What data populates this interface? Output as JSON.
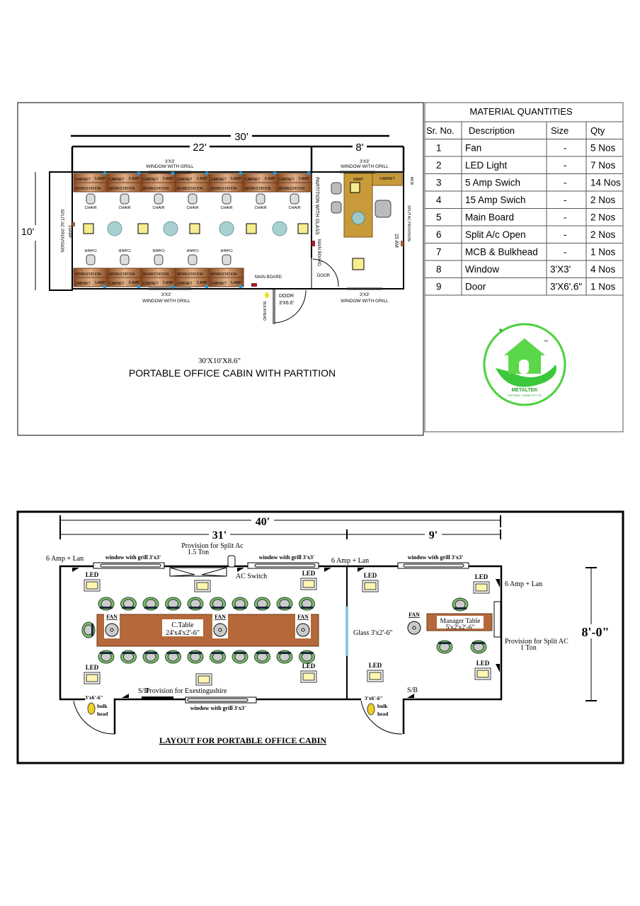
{
  "top_plan": {
    "dim_total": "30'",
    "dim_left": "22'",
    "dim_right": "8'",
    "dim_height": "10'",
    "window_label_size": "3'X3'",
    "window_label": "WINDOW WITH GRILL",
    "split_ac": "SPLIT AC PROVISION",
    "amp15_left": "15AMF",
    "amp15_right": "15 AM",
    "cabinet": "CABINET",
    "workstation": "WORKSTATION",
    "amp5": "5 AMP",
    "chair": "CHAIR",
    "partition": "PARTITION WITH GLASS",
    "main_board": "MAIN BOARD",
    "door": "DOOR",
    "door_size": "3'X6.6'",
    "bulkhead": "BULKHEAD",
    "mcb": "MCB",
    "amp5_cabin": "5AMP",
    "cabin_cabinet": "CABINET",
    "size_caption": "30'X10'X8.6\"",
    "title": "PORTABLE OFFICE CABIN WITH PARTITION"
  },
  "material_table": {
    "title": "MATERIAL QUANTITIES",
    "headers": [
      "Sr. No.",
      "Description",
      "Size",
      "Qty"
    ],
    "rows": [
      [
        "1",
        "Fan",
        "-",
        "5 Nos"
      ],
      [
        "2",
        "LED Light",
        "-",
        "7 Nos"
      ],
      [
        "3",
        "5 Amp Swich",
        "-",
        "14 Nos"
      ],
      [
        "4",
        "15 Amp Swich",
        "-",
        "2 Nos"
      ],
      [
        "5",
        "Main Board",
        "-",
        "2 Nos"
      ],
      [
        "6",
        "Split A/c Open",
        "-",
        "2 Nos"
      ],
      [
        "7",
        "MCB & Bulkhead",
        "-",
        "1 Nos"
      ],
      [
        "8",
        "Window",
        "3'X3'",
        "4 Nos"
      ],
      [
        "9",
        "Door",
        "3'X6'.6\"",
        "1 Nos"
      ]
    ]
  },
  "logo": {
    "name": "METALTEK",
    "tagline": "PORTABLE CABINS PVT LTD",
    "tm": "TM"
  },
  "bottom_plan": {
    "dim_total": "40'",
    "dim_left": "31'",
    "dim_right": "9'",
    "dim_height": "8'-0\"",
    "split_ac_big_1": "Provision for Split Ac",
    "split_ac_big_2": "1.5 Ton",
    "window": "window with grill 3'x3'",
    "amp_lan": "6 Amp + Lan",
    "ac_switch": "AC Switch",
    "led": "LED",
    "fan": "FAN",
    "table_1": "C.Table",
    "table_2": "24'x4'x2'-6\"",
    "sb": "S/B",
    "extinguisher": "Provision for Exestingushire",
    "door_size": "3'x6'-6\"",
    "bulk_1": "bulk",
    "bulk_2": "head",
    "glass": "Glass 3'x2'-6\"",
    "manager_1": "Manager Table",
    "manager_2": "5'x2'x2'-6\"",
    "split_ac_small_1": "Provision for Split AC",
    "split_ac_small_2": "1 Ton",
    "title": "LAYOUT FOR PORTABLE OFFICE CABIN"
  },
  "colors": {
    "wood": "#b5693a",
    "cabin_desk": "#c89a3a",
    "glass": "#8cc8dc",
    "led": "#fff6b0",
    "logo_green": "#3cc83c"
  }
}
